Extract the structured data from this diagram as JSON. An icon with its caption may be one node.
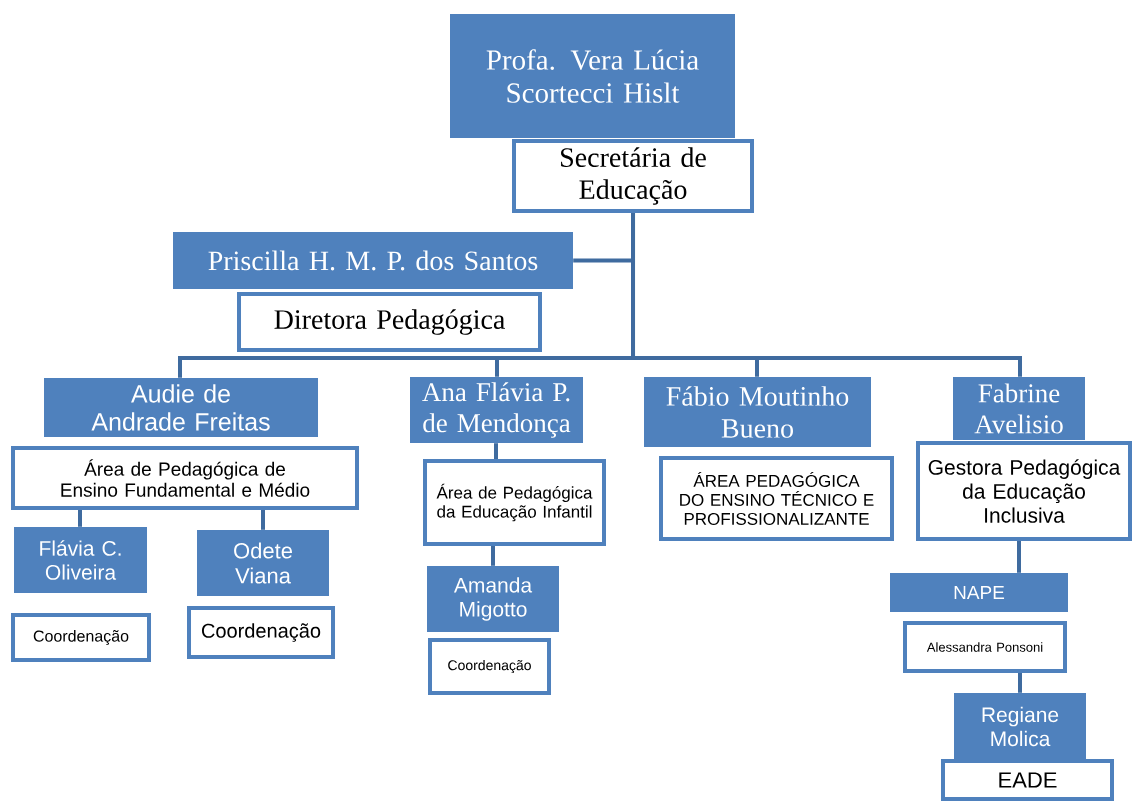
{
  "diagram": {
    "nodes": [
      {
        "text": [
          "Profa. Vera Lúcia Scortecci Hislt"
        ]
      },
      {
        "text": [
          "Secretária de Educação"
        ]
      },
      {
        "text": [
          "Priscilla H. M. P. dos Santos"
        ]
      },
      {
        "text": [
          "Diretora Pedagógica"
        ]
      },
      {
        "text": [
          "Audie de Andrade Freitas"
        ]
      },
      {
        "text": [
          "Área de Pedagógica de Ensino Fundamental e Médio"
        ]
      },
      {
        "text": [
          "Flávia C. Oliveira"
        ]
      },
      {
        "text": [
          "Coordenação"
        ]
      },
      {
        "text": [
          "Odete Viana"
        ]
      },
      {
        "text": [
          "Coordenação"
        ]
      },
      {
        "text": [
          "Ana Flávia P. de Mendonça"
        ]
      },
      {
        "text": [
          "Área de Pedagógica da Educação Infantil"
        ]
      },
      {
        "text": [
          "Amanda Migotto"
        ]
      },
      {
        "text": [
          "Coordenação"
        ]
      },
      {
        "text": [
          "Fábio Moutinho Bueno"
        ]
      },
      {
        "text": [
          "ÁREA PEDAGÓGICA DO ENSINO TÉCNICO E PROFISSIONALIZANTE"
        ]
      },
      {
        "text": [
          "Fabrine Avelisio"
        ]
      },
      {
        "text": [
          "Gestora Pedagógica da Educação Inclusiva"
        ]
      },
      {
        "text": [
          "NAPE"
        ]
      },
      {
        "text": [
          "Alessandra  Ponsoni"
        ]
      },
      {
        "text": [
          "Regiane Molica"
        ]
      },
      {
        "text": [
          "EADE"
        ]
      }
    ],
    "edges": [
      {
        "from": 1,
        "to": 2,
        "arrow": "none"
      },
      {
        "from": 1,
        "to": 4,
        "arrow": "none"
      },
      {
        "from": 1,
        "to": 10,
        "arrow": "none"
      },
      {
        "from": 1,
        "to": 14,
        "arrow": "none"
      },
      {
        "from": 1,
        "to": 16,
        "arrow": "none"
      },
      {
        "from": 5,
        "to": 6,
        "arrow": "none"
      },
      {
        "from": 5,
        "to": 8,
        "arrow": "none"
      },
      {
        "from": 10,
        "to": 11,
        "arrow": "none"
      },
      {
        "from": 11,
        "to": 12,
        "arrow": "none"
      },
      {
        "from": 17,
        "to": 18,
        "arrow": "none"
      },
      {
        "from": 19,
        "to": 20,
        "arrow": "none"
      }
    ]
  }
}
